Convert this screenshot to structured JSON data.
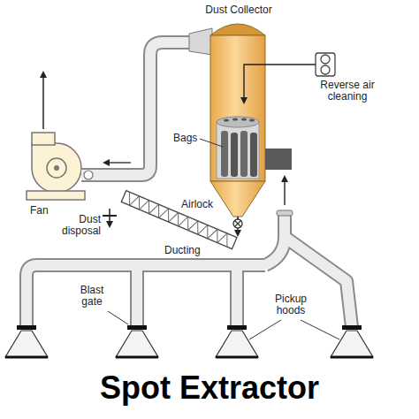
{
  "diagram": {
    "title": "Spot Extractor",
    "labels": [
      "Dust Collector",
      "Reverse air cleaning",
      "Bags",
      "Fan",
      "Airlock",
      "Dust disposal",
      "Ducting",
      "Blast gate",
      "Pickup hoods"
    ]
  }
}
